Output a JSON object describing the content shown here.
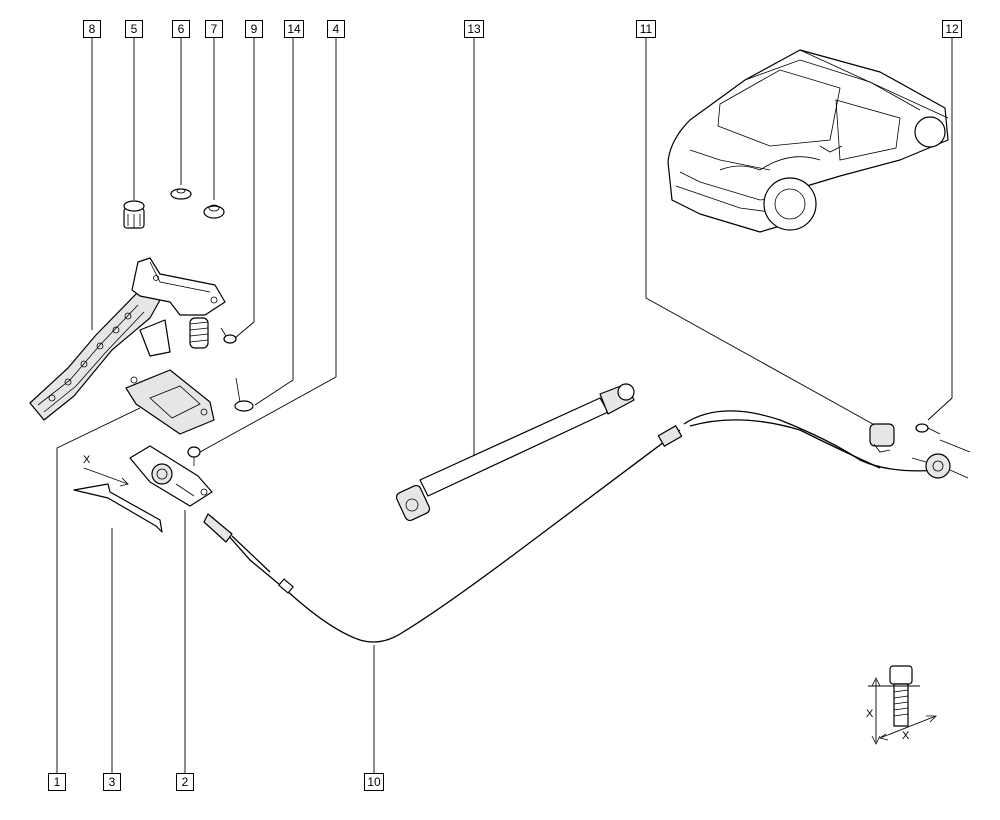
{
  "callouts": {
    "c1": "1",
    "c2": "2",
    "c3": "3",
    "c4": "4",
    "c5": "5",
    "c6": "6",
    "c7": "7",
    "c8": "8",
    "c9": "9",
    "c10": "10",
    "c11": "11",
    "c12": "12",
    "c13": "13",
    "c14": "14"
  },
  "dimension_labels": {
    "part3_x": "X",
    "detail_vertical": "X",
    "detail_diagonal": "X"
  }
}
